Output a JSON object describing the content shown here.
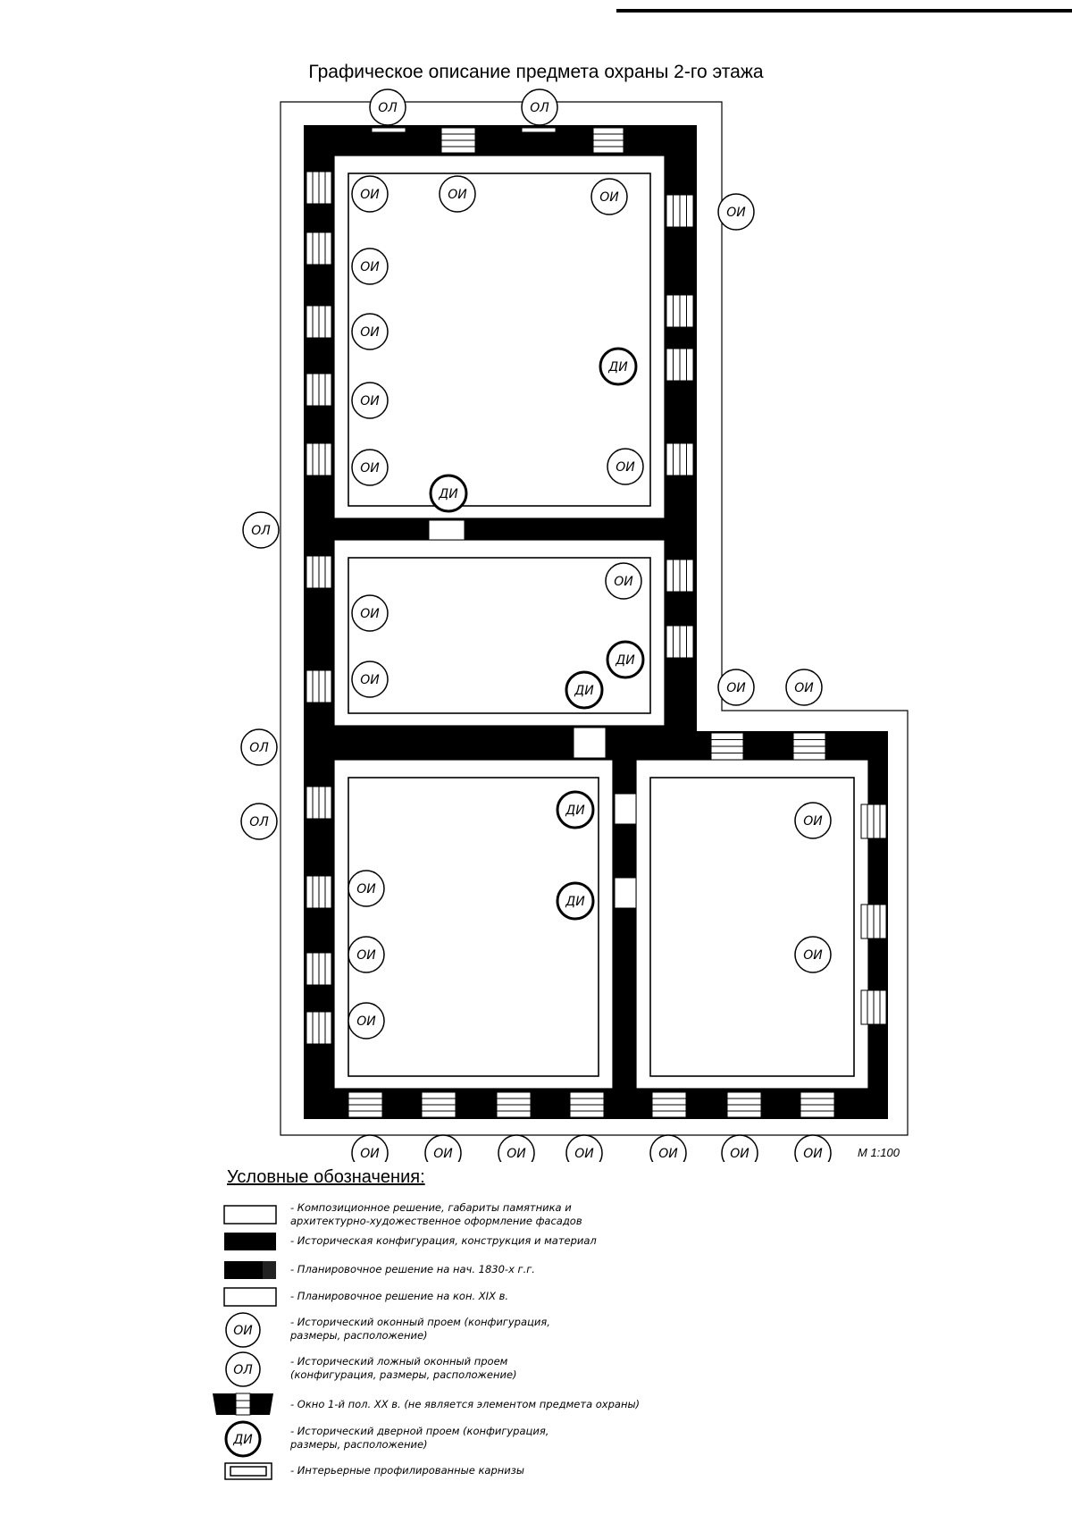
{
  "title": "Графическое описание предмета охраны 2-го этажа",
  "scale": "М 1:100",
  "markers": {
    "oi": "ОИ",
    "ol": "ОЛ",
    "di": "ДИ"
  },
  "legend": {
    "title": "Условные обозначения:",
    "items": [
      {
        "lines": [
          "- Композиционное решение, габариты памятника и",
          "архитектурно-художественное оформление фасадов"
        ]
      },
      {
        "lines": [
          "- Историческая конфигурация, конструкция и материал"
        ]
      },
      {
        "lines": [
          "- Планировочное решение на нач. 1830-х г.г."
        ]
      },
      {
        "lines": [
          "- Планировочное решение на кон. XIX в."
        ]
      },
      {
        "lines": [
          "- Исторический оконный проем (конфигурация,",
          "размеры, расположение)"
        ]
      },
      {
        "lines": [
          "- Исторический ложный оконный проем",
          "(конфигурация, размеры, расположение)"
        ]
      },
      {
        "lines": [
          "- Окно 1-й пол. XX в. (не является элементом предмета охраны)"
        ]
      },
      {
        "lines": [
          "- Исторический дверной проем (конфигурация,",
          "размеры, расположение)"
        ]
      },
      {
        "lines": [
          "- Интерьерные профилированные карнизы"
        ]
      }
    ]
  }
}
